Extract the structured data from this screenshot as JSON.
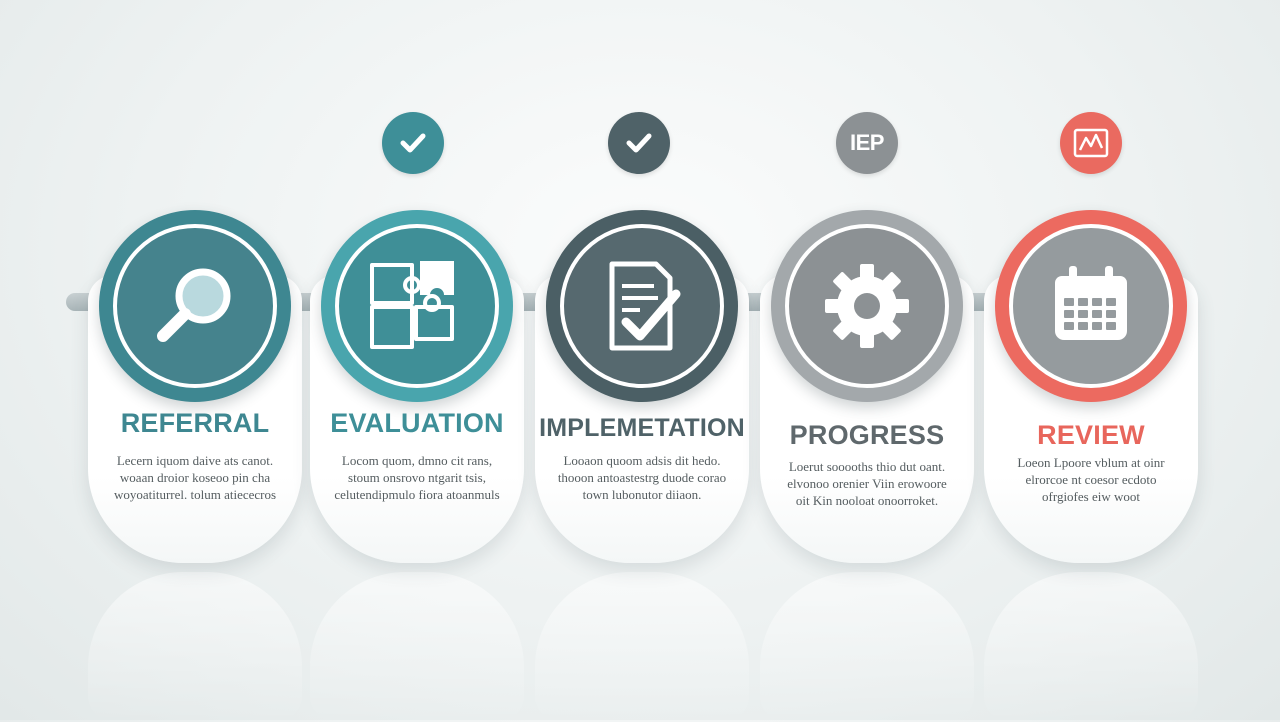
{
  "colors": {
    "teal_dark": "#3e8791",
    "teal": "#49a5ad",
    "slate": "#4f6268",
    "gray": "#8f9497",
    "coral": "#ea6a60",
    "white": "#ffffff"
  },
  "steps": [
    {
      "title": "REFERRAL",
      "description": "Lecern iquom daive ats canot. woaan droior koseoo pin cha woyoatiturrel. tolum atiececros",
      "icon": "magnifying-glass-icon",
      "badge": null
    },
    {
      "title": "EVALUATION",
      "description": "Locom quom, dmno cit rans, stoum onsrovo ntgarit tsis, celutendipmulo fiora atoanmuls",
      "icon": "puzzle-pieces-icon",
      "badge": {
        "icon": "checkmark-icon",
        "text": ""
      }
    },
    {
      "title": "IMPLEMETATION",
      "description": "Looaon quoom adsis dit hedo. thooon antoastestrg duode corao town lubonutor diiaon.",
      "icon": "document-check-icon",
      "badge": {
        "icon": "checkmark-icon",
        "text": ""
      }
    },
    {
      "title": "PROGRESS",
      "description": "Loerut sooooths thio dut oant. elvonoo orenier Viin erowoore oit Kin nooloat onoorroket.",
      "icon": "gear-icon",
      "badge": {
        "icon": "iep-icon",
        "text": "IEP"
      }
    },
    {
      "title": "REVIEW",
      "description": "Loeon Lpoore vblum at oinr elrorcoe nt coesor ecdoto ofrgiofes eiw woot",
      "icon": "calendar-icon",
      "badge": {
        "icon": "chart-icon",
        "text": ""
      }
    }
  ]
}
